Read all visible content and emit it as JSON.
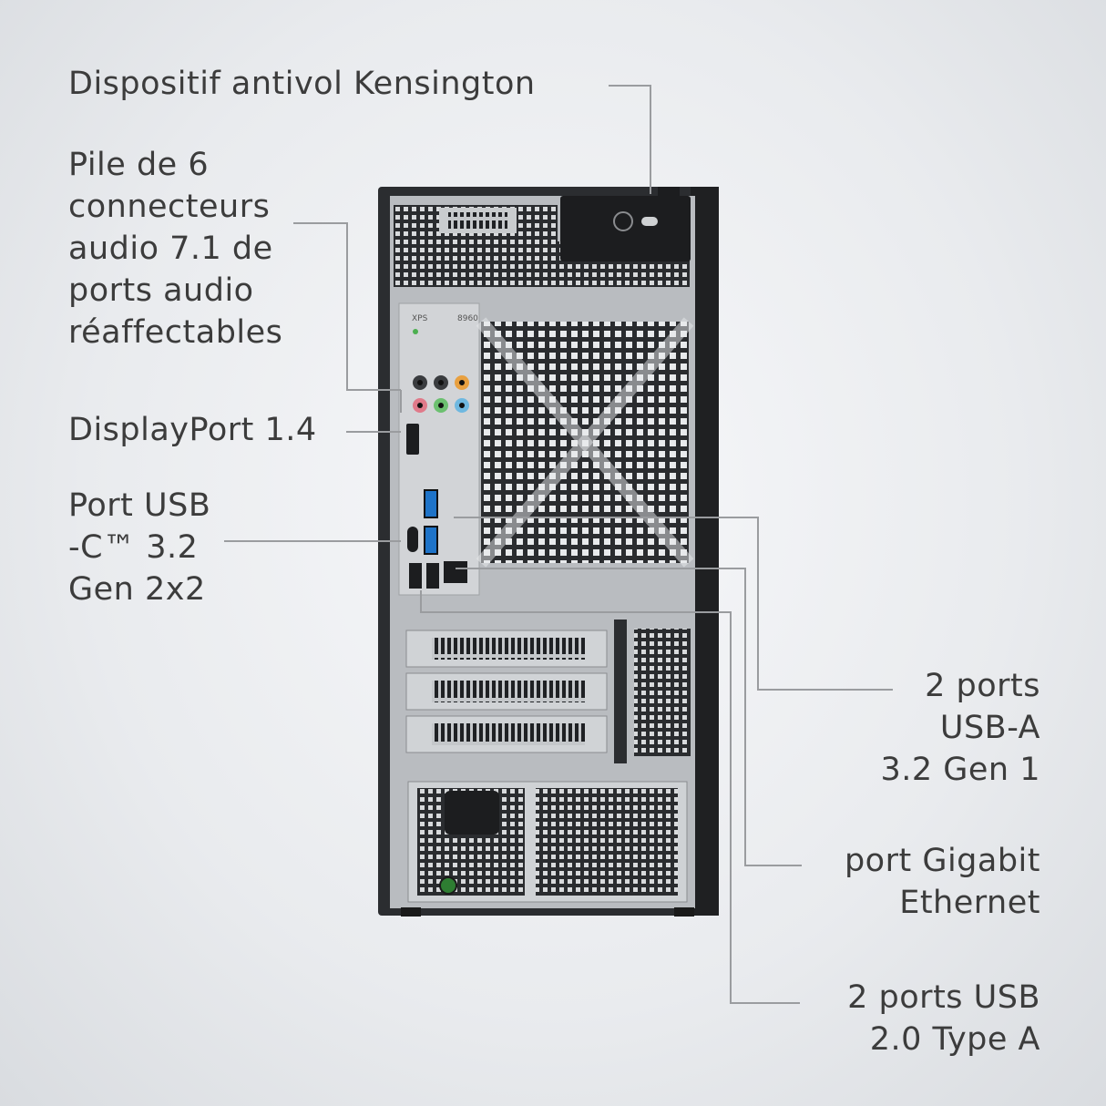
{
  "callouts": {
    "kensington": "Dispositif antivol Kensington",
    "audio": "Pile de 6\nconnecteurs\naudio 7.1 de\nports audio\nréaffectables",
    "displayport": "DisplayPort 1.4",
    "usbc": "Port USB\n-C™ 3.2\nGen 2x2",
    "usba32": "2 ports\nUSB-A\n3.2 Gen 1",
    "ethernet": "port Gigabit\nEthernet",
    "usb20": "2 ports USB\n2.0 Type A"
  },
  "device": {
    "brand": "XPS",
    "model": "8960"
  },
  "colors": {
    "chassis": "#2b2d30",
    "panel": "#b9bcc0",
    "grille": "#2a2c2f",
    "leader": "#9a9c9f",
    "text": "#3c3c3c",
    "usb3_blue": "#1e73c8",
    "audio_pink": "#e07a8a",
    "audio_green": "#6cc070",
    "audio_blue": "#6fb8e0",
    "audio_orange": "#e8a040"
  }
}
